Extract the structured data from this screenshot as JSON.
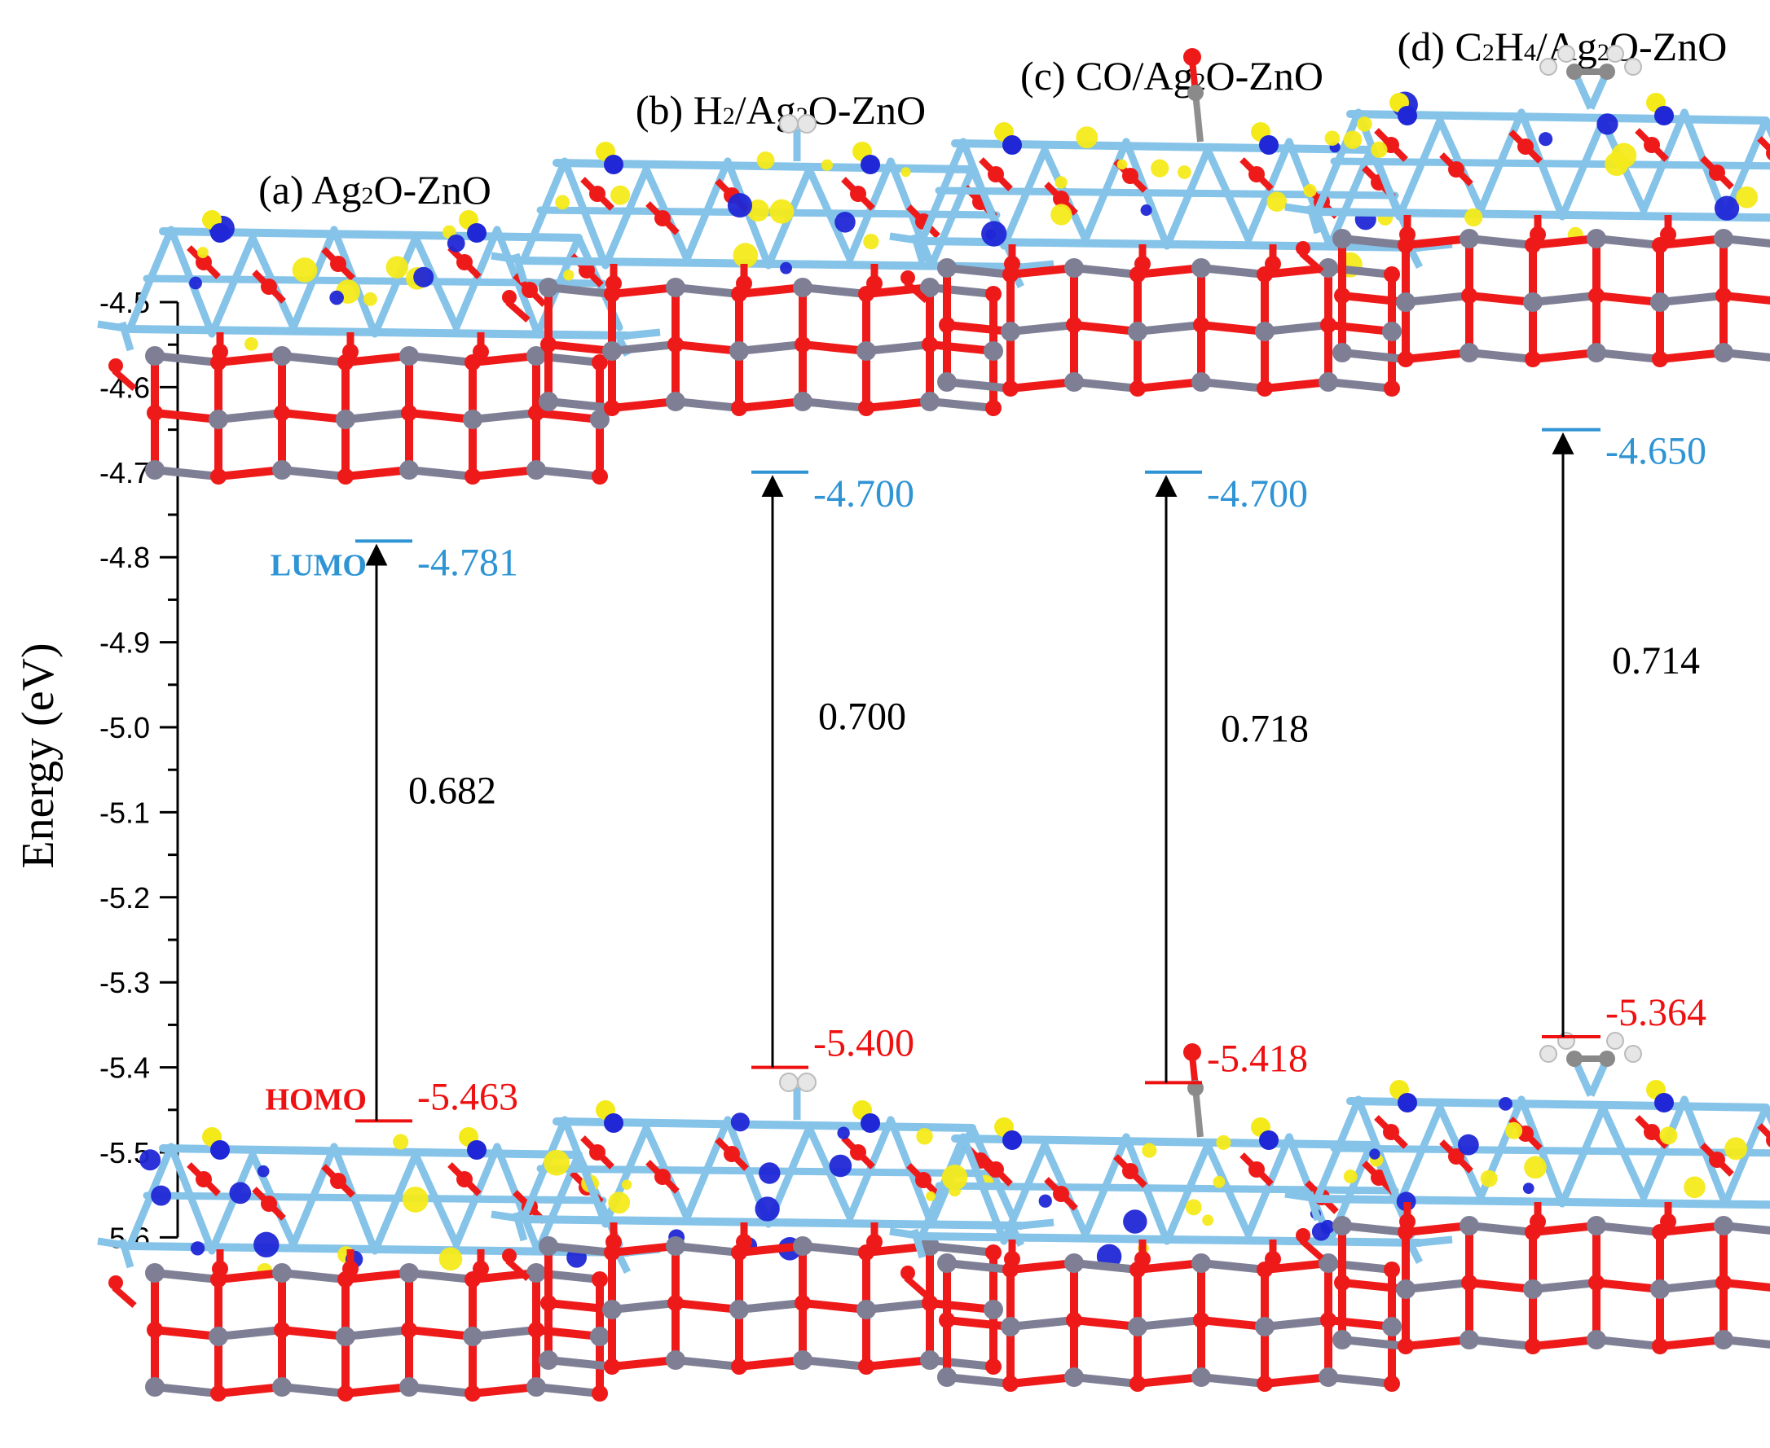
{
  "axis": {
    "label": "Energy (eV)",
    "ticks": [
      "-4.5",
      "-4.6",
      "-4.7",
      "-4.8",
      "-4.9",
      "-5.0",
      "-5.1",
      "-5.2",
      "-5.3",
      "-5.4",
      "-5.5",
      "-5.6"
    ],
    "tick_values": [
      -4.5,
      -4.6,
      -4.7,
      -4.8,
      -4.9,
      -5.0,
      -5.1,
      -5.2,
      -5.3,
      -5.4,
      -5.5,
      -5.6
    ],
    "range": [
      -4.5,
      -5.6
    ]
  },
  "level_labels": {
    "lumo": "LUMO",
    "homo": "HOMO"
  },
  "colors": {
    "lumo": "#2f94d4",
    "homo": "#ee1111",
    "ag": "#85c3e8",
    "o": "#ee1a1a",
    "zn": "#7e7f95",
    "density_pos": "#f4ea1a",
    "density_neg": "#1f27d6",
    "h": "#e6e6e6",
    "c": "#8a8a8a",
    "text": "#000000"
  },
  "panels": [
    {
      "id": "a",
      "label": "(a) ",
      "formula": [
        "Ag",
        "2",
        "O-ZnO"
      ],
      "lumo": -4.781,
      "homo": -5.463,
      "lumo_text": "-4.781",
      "homo_text": "-5.463",
      "gap": "0.682",
      "adsorbate": "none"
    },
    {
      "id": "b",
      "label": "(b) ",
      "formula": [
        "H",
        "2",
        "/Ag",
        "2",
        "O-ZnO"
      ],
      "lumo": -4.7,
      "homo": -5.4,
      "lumo_text": "-4.700",
      "homo_text": "-5.400",
      "gap": "0.700",
      "adsorbate": "H2"
    },
    {
      "id": "c",
      "label": "(c) ",
      "formula": [
        "CO/Ag",
        "2",
        "O-ZnO"
      ],
      "lumo": -4.7,
      "homo": -5.418,
      "lumo_text": "-4.700",
      "homo_text": "-5.418",
      "gap": "0.718",
      "adsorbate": "CO"
    },
    {
      "id": "d",
      "label": "(d) ",
      "formula": [
        "C",
        "2",
        "H",
        "4",
        "/Ag",
        "2",
        "O-ZnO"
      ],
      "lumo": -4.65,
      "homo": -5.364,
      "lumo_text": "-4.650",
      "homo_text": "-5.364",
      "gap": "0.714",
      "adsorbate": "C2H4"
    }
  ]
}
